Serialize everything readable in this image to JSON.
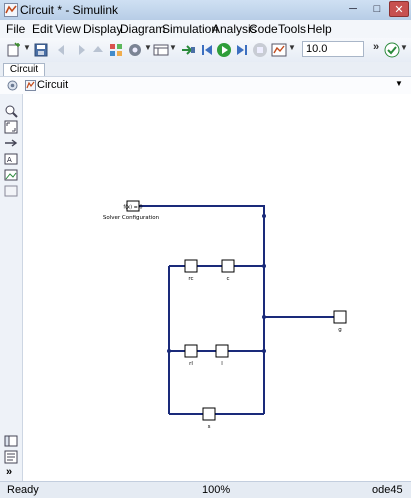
{
  "window": {
    "title": "Circuit * - Simulink"
  },
  "menu": [
    "File",
    "Edit",
    "View",
    "Display",
    "Diagram",
    "Simulation",
    "Analysis",
    "Code",
    "Tools",
    "Help"
  ],
  "toolbar": {
    "stop_time": "10.0"
  },
  "tabs": [
    {
      "label": "Circuit"
    }
  ],
  "address": {
    "path": "Circuit"
  },
  "diagram": {
    "blocks": {
      "solver": {
        "glyph": "f(x) = 0",
        "label": "Solver Configuration"
      },
      "rc": {
        "label": "rc"
      },
      "c": {
        "label": "c"
      },
      "rl": {
        "label": "rl"
      },
      "l": {
        "label": "l"
      },
      "s": {
        "label": "s"
      },
      "g": {
        "label": "g"
      }
    }
  },
  "status": {
    "state": "Ready",
    "zoom": "100%",
    "solver": "ode45"
  },
  "colors": {
    "wire": "#1a2a7a",
    "close_button": "#c75050"
  },
  "icons": {
    "titlebar": "simulink-logo-icon",
    "toolbar": [
      "new-model-icon",
      "save-icon",
      "back-icon",
      "forward-icon",
      "up-icon",
      "library-browser-icon",
      "model-settings-icon",
      "model-explorer-icon",
      "update-diagram-icon",
      "step-back-icon",
      "run-icon",
      "step-forward-icon",
      "stop-icon",
      "record-icon",
      "more-icon",
      "model-advisor-icon",
      "help-icon"
    ],
    "palette": [
      "hide-browser-icon",
      "zoom-icon",
      "fit-view-icon",
      "arrow-icon",
      "annotation-icon",
      "image-icon",
      "area-icon",
      "model-browser-icon",
      "property-inspector-icon",
      "expand-icon"
    ]
  }
}
